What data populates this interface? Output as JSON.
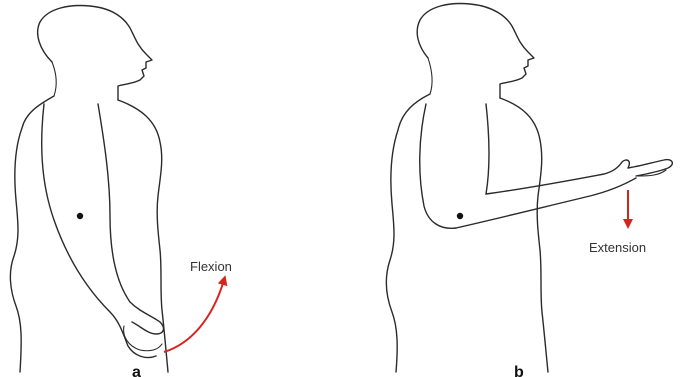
{
  "colors": {
    "outline": "#2b2b2b",
    "arrow": "#d9231f",
    "background": "#ffffff"
  },
  "panels": [
    {
      "label": "a",
      "motion_label": "Flexion"
    },
    {
      "label": "b",
      "motion_label": "Extension"
    }
  ]
}
